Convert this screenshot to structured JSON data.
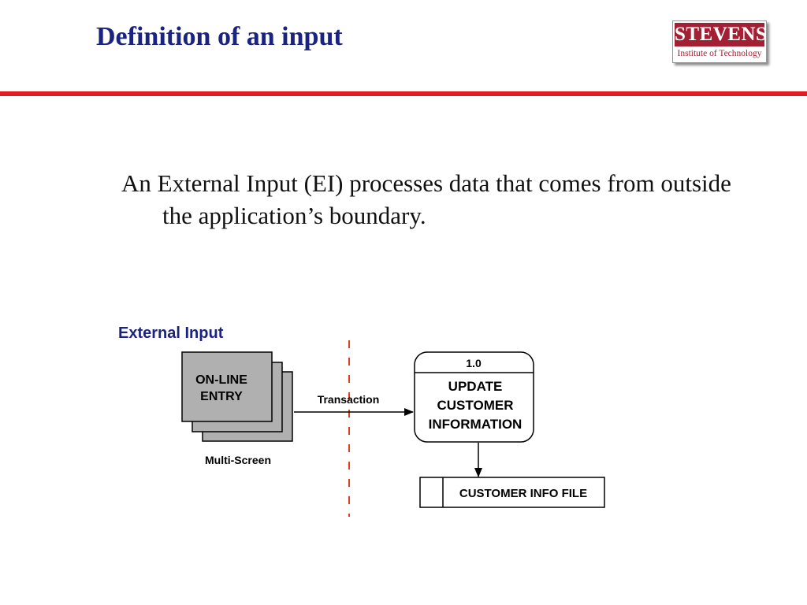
{
  "slide": {
    "title": "Definition of an input",
    "body": "An External Input (EI) processes data that comes from outside the application’s boundary."
  },
  "logo": {
    "name": "STEVENS",
    "subtitle": "Institute of Technology",
    "color": "#a31f34"
  },
  "colors": {
    "title": "#1a237e",
    "accent_rule": "#e31b23",
    "boundary_line": "#e0401f",
    "screen_fill": "#b0b0b0"
  },
  "diagram": {
    "label": "External Input",
    "screen": {
      "line1": "ON-LINE",
      "line2": "ENTRY",
      "caption": "Multi-Screen"
    },
    "flow_label": "Transaction",
    "process": {
      "id": "1.0",
      "line1": "UPDATE",
      "line2": "CUSTOMER",
      "line3": "INFORMATION"
    },
    "store": {
      "label": "CUSTOMER INFO FILE"
    }
  }
}
